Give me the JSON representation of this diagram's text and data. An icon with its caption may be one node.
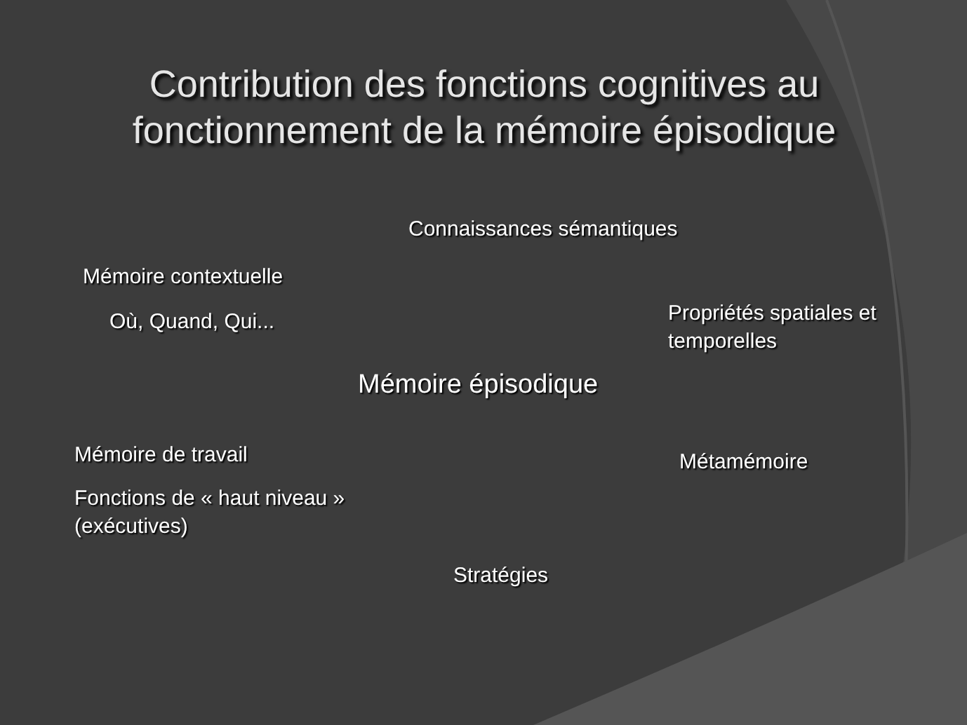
{
  "diagram": {
    "title": "Contribution des fonctions cognitives au fonctionnement de la mémoire épisodique",
    "labels": [
      "Connaissances sémantiques",
      "Mémoire contextuelle",
      "Où, Quand, Qui...",
      "Propriétés spatiales et temporelles",
      "Mémoire épisodique",
      "Mémoire de travail",
      "Métamémoire",
      "Fonctions de « haut niveau » (exécutives)",
      "Stratégies"
    ]
  }
}
